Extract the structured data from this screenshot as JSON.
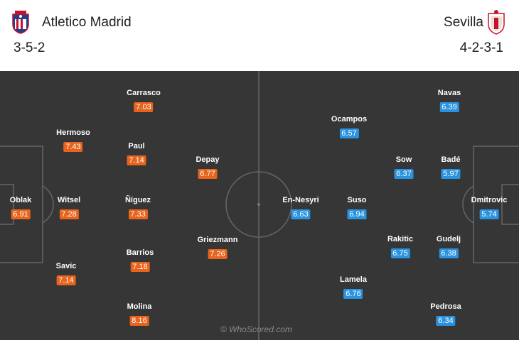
{
  "home": {
    "name": "Atletico Madrid",
    "formation": "3-5-2",
    "crest_icon": "atletico-crest-icon",
    "rating_color": "#e8631c",
    "players": [
      {
        "name": "Oblak",
        "rating": "6.91"
      },
      {
        "name": "Hermoso",
        "rating": "7.43"
      },
      {
        "name": "Witsel",
        "rating": "7.28"
      },
      {
        "name": "Savic",
        "rating": "7.14"
      },
      {
        "name": "Carrasco",
        "rating": "7.03"
      },
      {
        "name": "Paul",
        "rating": "7.14"
      },
      {
        "name": "Ñíguez",
        "rating": "7.33"
      },
      {
        "name": "Barrios",
        "rating": "7.18"
      },
      {
        "name": "Molina",
        "rating": "8.16"
      },
      {
        "name": "Depay",
        "rating": "6.77"
      },
      {
        "name": "Griezmann",
        "rating": "7.26"
      }
    ]
  },
  "away": {
    "name": "Sevilla",
    "formation": "4-2-3-1",
    "crest_icon": "sevilla-crest-icon",
    "rating_color": "#2a93e0",
    "players": [
      {
        "name": "Navas",
        "rating": "6.39"
      },
      {
        "name": "Ocampos",
        "rating": "6.57"
      },
      {
        "name": "Sow",
        "rating": "6.37"
      },
      {
        "name": "Badé",
        "rating": "5.97"
      },
      {
        "name": "En-Nesyri",
        "rating": "6.63"
      },
      {
        "name": "Suso",
        "rating": "6.94"
      },
      {
        "name": "Dmitrovic",
        "rating": "5.74"
      },
      {
        "name": "Rakitic",
        "rating": "6.75"
      },
      {
        "name": "Gudelj",
        "rating": "6.38"
      },
      {
        "name": "Lamela",
        "rating": "6.76"
      },
      {
        "name": "Pedrosa",
        "rating": "6.34"
      }
    ]
  },
  "watermark": "© WhoScored.com"
}
